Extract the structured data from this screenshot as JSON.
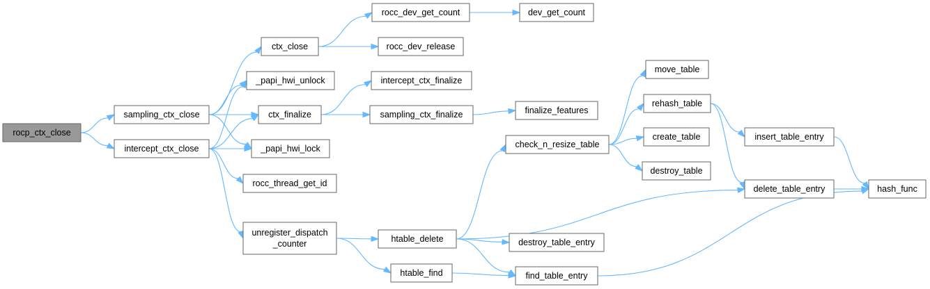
{
  "diagram": {
    "type": "call-graph",
    "nodes": [
      {
        "id": "rocp_ctx_close",
        "label": "rocp_ctx_close",
        "root": true
      },
      {
        "id": "sampling_ctx_close",
        "label": "sampling_ctx_close"
      },
      {
        "id": "intercept_ctx_close",
        "label": "intercept_ctx_close"
      },
      {
        "id": "ctx_close",
        "label": "ctx_close"
      },
      {
        "id": "papi_hwi_unlock",
        "label": "_papi_hwi_unlock"
      },
      {
        "id": "ctx_finalize",
        "label": "ctx_finalize"
      },
      {
        "id": "papi_hwi_lock",
        "label": "_papi_hwi_lock"
      },
      {
        "id": "rocc_thread_get_id",
        "label": "rocc_thread_get_id"
      },
      {
        "id": "unregister_dispatch_counter",
        "label": "unregister_dispatch\n_counter"
      },
      {
        "id": "rocc_dev_get_count",
        "label": "rocc_dev_get_count"
      },
      {
        "id": "rocc_dev_release",
        "label": "rocc_dev_release"
      },
      {
        "id": "intercept_ctx_finalize",
        "label": "intercept_ctx_finalize"
      },
      {
        "id": "sampling_ctx_finalize",
        "label": "sampling_ctx_finalize"
      },
      {
        "id": "htable_delete",
        "label": "htable_delete"
      },
      {
        "id": "htable_find",
        "label": "htable_find"
      },
      {
        "id": "dev_get_count",
        "label": "dev_get_count"
      },
      {
        "id": "finalize_features",
        "label": "finalize_features"
      },
      {
        "id": "check_n_resize_table",
        "label": "check_n_resize_table"
      },
      {
        "id": "destroy_table_entry",
        "label": "destroy_table_entry"
      },
      {
        "id": "find_table_entry",
        "label": "find_table_entry"
      },
      {
        "id": "move_table",
        "label": "move_table"
      },
      {
        "id": "rehash_table",
        "label": "rehash_table"
      },
      {
        "id": "create_table",
        "label": "create_table"
      },
      {
        "id": "destroy_table",
        "label": "destroy_table"
      },
      {
        "id": "insert_table_entry",
        "label": "insert_table_entry"
      },
      {
        "id": "delete_table_entry",
        "label": "delete_table_entry"
      },
      {
        "id": "hash_func",
        "label": "hash_func"
      }
    ],
    "edges": [
      [
        "rocp_ctx_close",
        "sampling_ctx_close"
      ],
      [
        "rocp_ctx_close",
        "intercept_ctx_close"
      ],
      [
        "sampling_ctx_close",
        "ctx_close"
      ],
      [
        "sampling_ctx_close",
        "papi_hwi_unlock"
      ],
      [
        "sampling_ctx_close",
        "ctx_finalize"
      ],
      [
        "sampling_ctx_close",
        "papi_hwi_lock"
      ],
      [
        "intercept_ctx_close",
        "papi_hwi_unlock"
      ],
      [
        "intercept_ctx_close",
        "ctx_finalize"
      ],
      [
        "intercept_ctx_close",
        "papi_hwi_lock"
      ],
      [
        "intercept_ctx_close",
        "rocc_thread_get_id"
      ],
      [
        "intercept_ctx_close",
        "unregister_dispatch_counter"
      ],
      [
        "ctx_close",
        "rocc_dev_get_count"
      ],
      [
        "ctx_close",
        "rocc_dev_release"
      ],
      [
        "rocc_dev_get_count",
        "dev_get_count"
      ],
      [
        "ctx_finalize",
        "intercept_ctx_finalize"
      ],
      [
        "ctx_finalize",
        "sampling_ctx_finalize"
      ],
      [
        "sampling_ctx_finalize",
        "finalize_features"
      ],
      [
        "unregister_dispatch_counter",
        "htable_delete"
      ],
      [
        "unregister_dispatch_counter",
        "htable_find"
      ],
      [
        "htable_delete",
        "check_n_resize_table"
      ],
      [
        "htable_delete",
        "destroy_table_entry"
      ],
      [
        "htable_delete",
        "find_table_entry"
      ],
      [
        "htable_delete",
        "delete_table_entry"
      ],
      [
        "htable_find",
        "find_table_entry"
      ],
      [
        "check_n_resize_table",
        "move_table"
      ],
      [
        "check_n_resize_table",
        "rehash_table"
      ],
      [
        "check_n_resize_table",
        "create_table"
      ],
      [
        "check_n_resize_table",
        "destroy_table"
      ],
      [
        "rehash_table",
        "insert_table_entry"
      ],
      [
        "rehash_table",
        "delete_table_entry"
      ],
      [
        "insert_table_entry",
        "hash_func"
      ],
      [
        "delete_table_entry",
        "hash_func"
      ],
      [
        "find_table_entry",
        "hash_func"
      ]
    ]
  },
  "colors": {
    "edge": "#63b8ff",
    "node_border": "#666666",
    "node_fill": "#ffffff",
    "root_fill": "#999999"
  }
}
